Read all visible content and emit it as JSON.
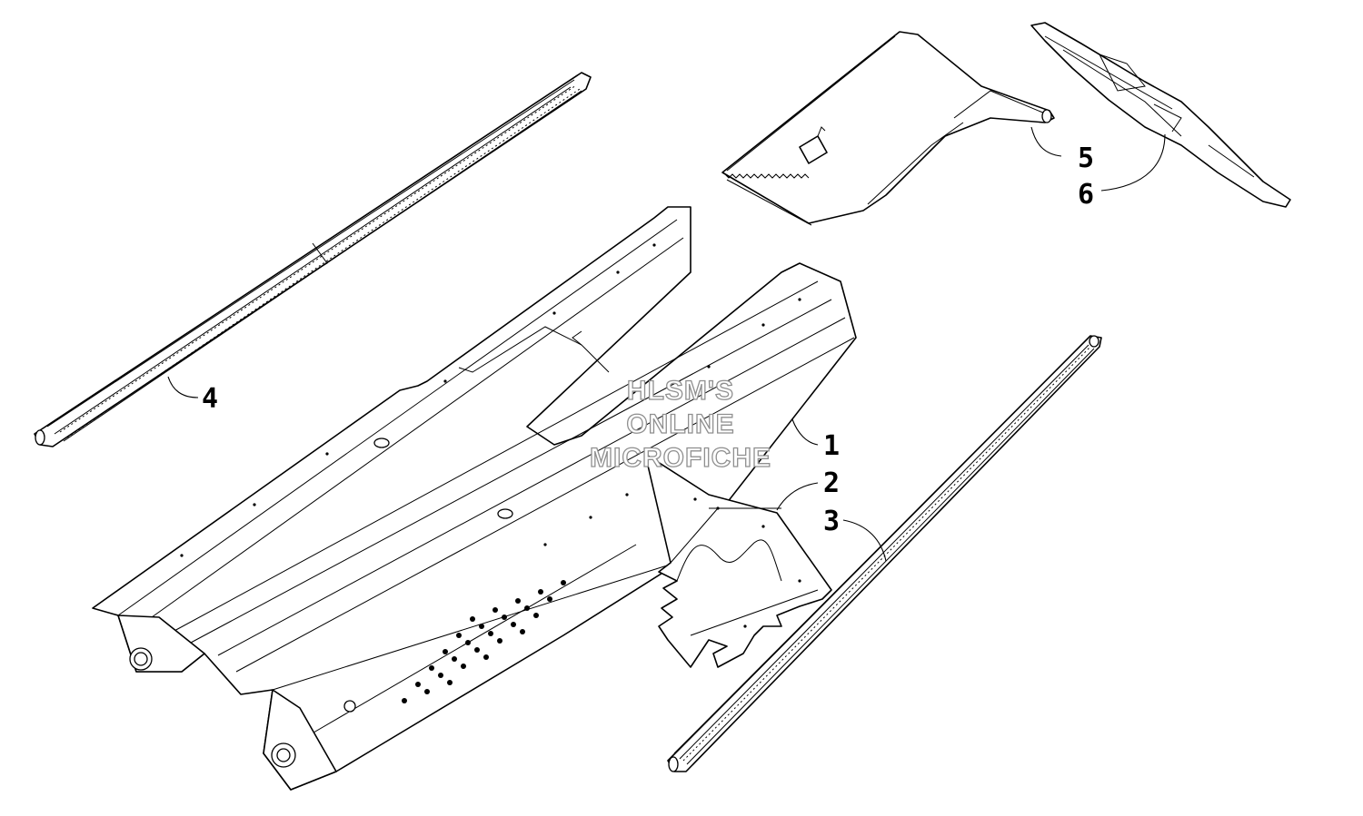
{
  "watermark": {
    "line1": "HLSM'S",
    "line2": "ONLINE",
    "line3": "MICROFICHE"
  },
  "callouts": [
    {
      "label": "1"
    },
    {
      "label": "2"
    },
    {
      "label": "3"
    },
    {
      "label": "4"
    },
    {
      "label": "5"
    },
    {
      "label": "6"
    }
  ],
  "colors": {
    "line": "#000000",
    "background": "#ffffff",
    "watermark_outline": "#8f8f8f"
  }
}
